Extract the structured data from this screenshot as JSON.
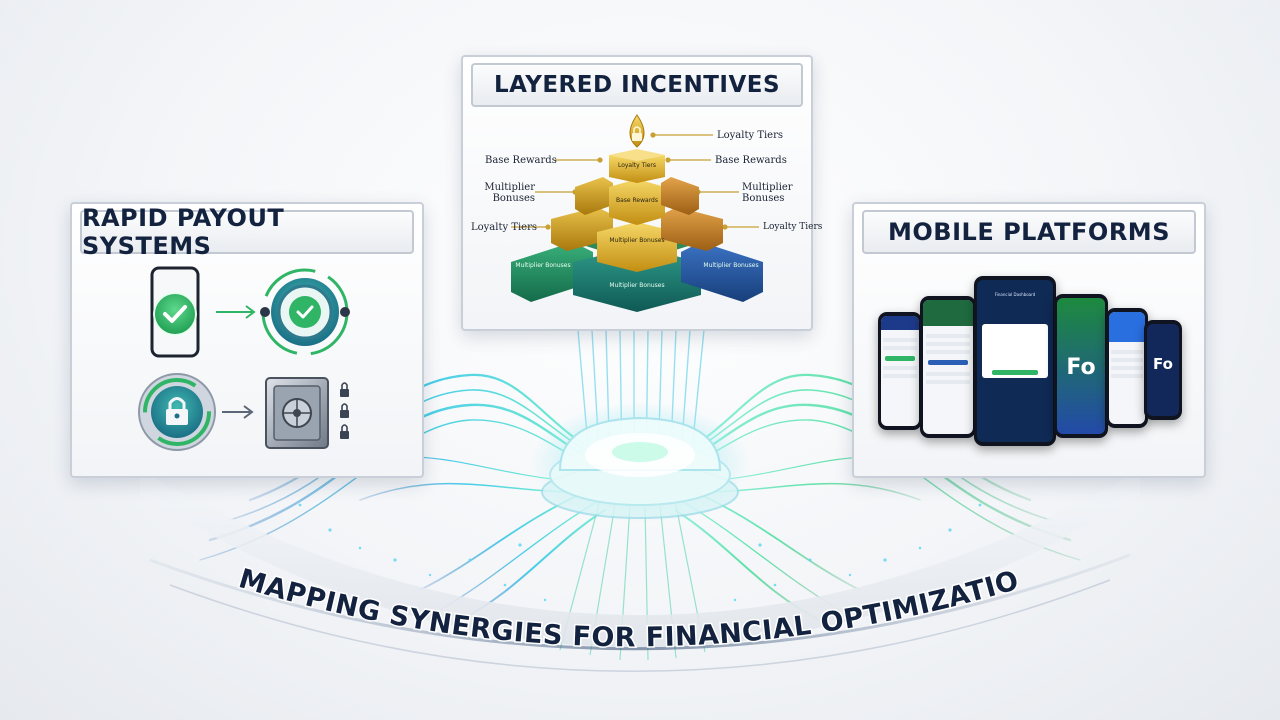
{
  "footer": {
    "title": "MAPPING SYNERGIES FOR FINANCIAL OPTIMIZATION"
  },
  "panels": {
    "left": {
      "title": "RAPID PAYOUT SYSTEMS",
      "icons": [
        "phone-check-icon",
        "arrow-right-icon",
        "gear-check-icon",
        "lock-badge-icon",
        "arrow-right-icon",
        "vault-icon",
        "padlock-icon"
      ]
    },
    "center": {
      "title": "LAYERED INCENTIVES",
      "left_labels": [
        "Base Rewards",
        "Multiplier Bonuses",
        "Loyalty Tiers"
      ],
      "right_labels": [
        "Loyalty Tiers",
        "Base Rewards",
        "Multiplier Bonuses",
        "Loyalty Tiers"
      ],
      "blocks": [
        "Loyalty Tiers",
        "Base Rewards",
        "Multiplier Bonuses",
        "Multiplier Bonuses",
        "Multiplier Bonuses",
        "Multiplier Bonuses"
      ]
    },
    "right": {
      "title": "MOBILE PLATFORMS",
      "phone_logos": [
        "Fo",
        "Fo"
      ],
      "phone_header": "Financial Dashboard"
    }
  },
  "colors": {
    "navy": "#13233f",
    "green": "#2fb565",
    "teal": "#1aa59a",
    "gold": "#d6a91d",
    "blue": "#2a5fb5",
    "stream_cyan": "#34c7e8",
    "stream_green": "#4fe0a0"
  }
}
